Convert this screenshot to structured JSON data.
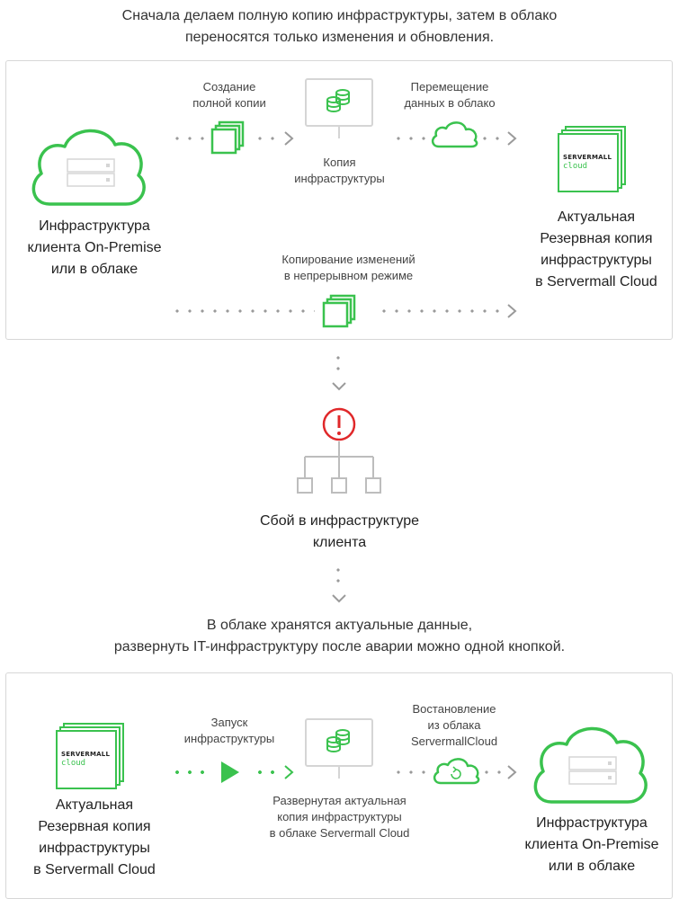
{
  "intro": {
    "line1": "Сначала делаем полную копию инфраструктуры,  затем в облако",
    "line2": "переносятся только изменения и обновления."
  },
  "panel1": {
    "client_line1": "Инфраструктура",
    "client_line2": "клиента On-Premise",
    "client_line3": "или в облаке",
    "create_line1": "Создание",
    "create_line2": "полной копии",
    "copy_line1": "Копия",
    "copy_line2": "инфраструктуры",
    "move_line1": "Перемещение",
    "move_line2": "данных в облако",
    "continuous_line1": "Копирование изменений",
    "continuous_line2": "в непрерывном режиме",
    "backup_line1": "Актуальная",
    "backup_line2": "Резервная копия",
    "backup_line3": "инфраструктуры",
    "backup_line4": "в Servermall Cloud"
  },
  "logo": {
    "line1": "SERVERMALL",
    "line2": "cloud"
  },
  "failure": {
    "line1": "Сбой в инфраструктуре",
    "line2": "клиента"
  },
  "outro": {
    "line1": "В облаке хранятся актуальные данные,",
    "line2": "развернуть IT-инфраструктуру после аварии можно одной кнопкой."
  },
  "panel2": {
    "backup_line1": "Актуальная",
    "backup_line2": "Резервная копия",
    "backup_line3": "инфраструктуры",
    "backup_line4": "в Servermall Cloud",
    "launch_line1": "Запуск",
    "launch_line2": "инфраструктуры",
    "deployed_line1": "Развернутая актуальная",
    "deployed_line2": "копия инфраструктуры",
    "deployed_line3": "в облаке Servermall Cloud",
    "restore_line1": "Востановление",
    "restore_line2": "из облака",
    "restore_line3": "ServermallCloud",
    "client_line1": "Инфраструктура",
    "client_line2": "клиента On-Premise",
    "client_line3": "или в облаке"
  },
  "colors": {
    "green": "#3ac24e",
    "gray": "#9a9a9a",
    "red": "#e0282a",
    "border": "#d7d7d7"
  }
}
